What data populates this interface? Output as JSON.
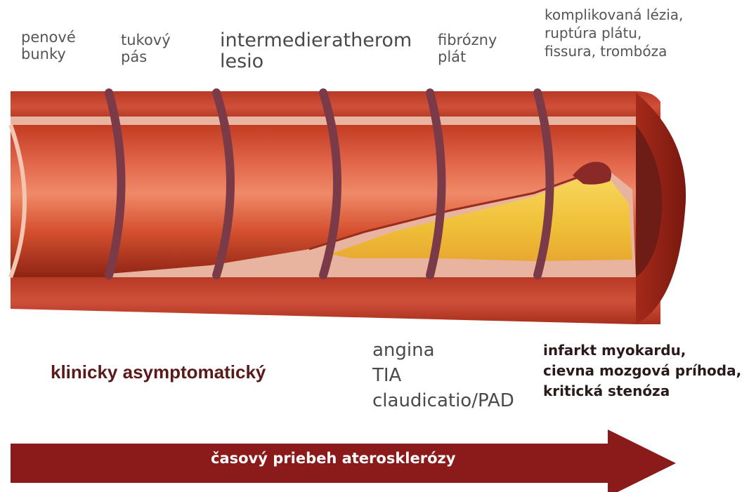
{
  "stages": [
    {
      "id": "foam",
      "lines": [
        "penové",
        "bunky"
      ]
    },
    {
      "id": "streak",
      "lines": [
        "tukový",
        "pás"
      ]
    },
    {
      "id": "intermediate",
      "lines": [
        "intermedier",
        "lesio"
      ]
    },
    {
      "id": "atheroma",
      "lines": [
        "atherom"
      ]
    },
    {
      "id": "fibrous",
      "lines": [
        "fibrózny",
        "plát"
      ]
    },
    {
      "id": "complicated",
      "lines": [
        "komplikovaná lézia,",
        "ruptúra plátu,",
        "fissura, trombóza"
      ]
    }
  ],
  "clinical": {
    "asymptomatic": "klinicky asymptomatický",
    "moderate": [
      "angina",
      "TIA",
      "claudicatio/PAD"
    ],
    "severe": [
      "infarkt myokardu,",
      "cievna mozgová príhoda,",
      "kritická stenóza"
    ]
  },
  "arrow_label": "časový priebeh aterosklerózy",
  "colors": {
    "wall_red": "#c8462c",
    "lumen_dark": "#a02a18",
    "lumen_light": "#e8725a",
    "plaque_yellow": "#f5c842",
    "intima_pink": "#e8b4a0",
    "boundary_purple": "#7a3a48",
    "arrow": "#8b1a1a"
  }
}
